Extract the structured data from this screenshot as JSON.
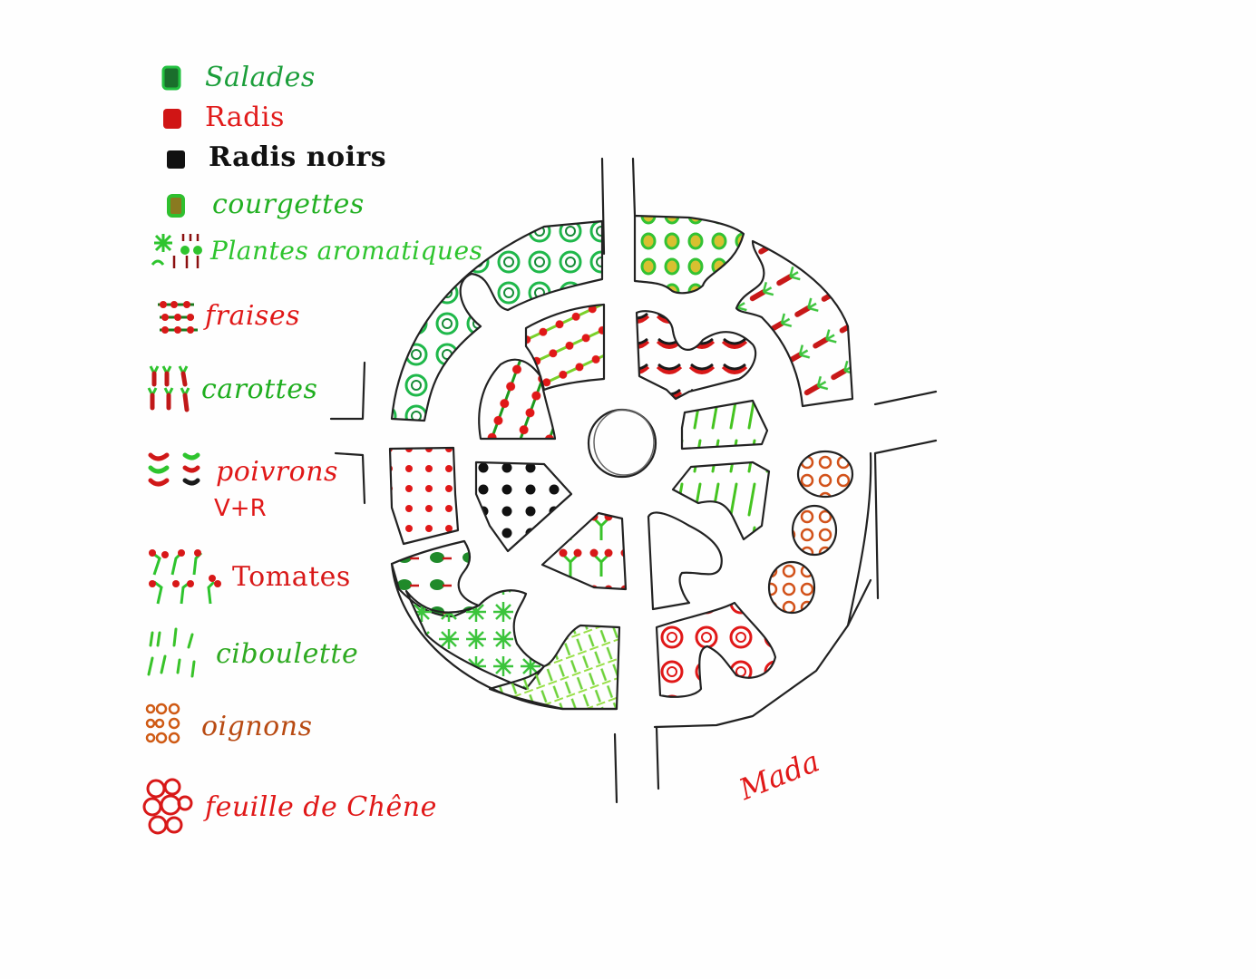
{
  "legend": {
    "items": [
      {
        "key": "salades",
        "label": "Salades",
        "color": "#1b9e3a"
      },
      {
        "key": "radis",
        "label": "Radis",
        "color": "#e11b1b"
      },
      {
        "key": "radis_noirs",
        "label": "Radis noirs",
        "color": "#111111"
      },
      {
        "key": "courgettes",
        "label": "courgettes",
        "color": "#2fb82f"
      },
      {
        "key": "plantes_aromatiques",
        "label": "Plantes aromatiques",
        "color": "#2ec42e"
      },
      {
        "key": "fraises",
        "label": "fraises",
        "color": "#e01818"
      },
      {
        "key": "carottes",
        "label": "carottes",
        "color": "#1fae1f"
      },
      {
        "key": "poivrons",
        "label": "poivrons",
        "sublabel": "V+R",
        "color": "#e01818"
      },
      {
        "key": "tomates",
        "label": "Tomates",
        "color": "#d81818"
      },
      {
        "key": "ciboulette",
        "label": "ciboulette",
        "color": "#39c32a"
      },
      {
        "key": "oignons",
        "label": "oignons",
        "color": "#c8501a"
      },
      {
        "key": "feuille_de_chene",
        "label": "feuille de Chêne",
        "color": "#e01818"
      }
    ]
  },
  "plan": {
    "center": "fountain-circle",
    "paths": "cross-shaped alleys (N, S, E, W)",
    "beds": {
      "outer_nw": "salades",
      "inner_nw": "fraises",
      "outer_ne": [
        "courgettes",
        "carottes"
      ],
      "inner_ne": "poivrons",
      "west": "radis",
      "inner_sw_a": "radis_noirs",
      "inner_sw_b": "tomates",
      "outer_sw": [
        "tomates",
        "plantes_aromatiques",
        "ciboulette"
      ],
      "inner_e": "ciboulette",
      "outer_e": "oignons",
      "inner_se": "feuille_de_chene"
    }
  },
  "signature": {
    "text": "Mada",
    "color": "#e01818"
  }
}
